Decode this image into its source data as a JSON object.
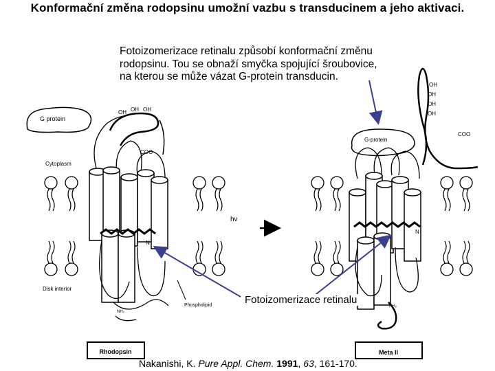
{
  "title": "Konformační změna rodopsinu umožní vazbu s transducinem a jeho aktivaci.",
  "callout_top": "Fotoizomerizace retinalu způsobí konformační změnu rodopsinu. Tou se obnaží smyčka spojující šroubovice, na kterou se může vázat G-protein transducin.",
  "callout_bottom": "Fotoizomerizace retinalu",
  "citation": {
    "authors": "Nakanishi, K. ",
    "journal": "Pure Appl. Chem.",
    "year": "1991",
    "volume": "63",
    "pages": ", 161-170."
  },
  "left_diagram": {
    "g_protein": "G protein",
    "cytoplasm": "Cytoplasm",
    "disk_interior": "Disk interior",
    "phospholipid": "Phospholipid",
    "state": "Rhodopsin",
    "oh": "OH",
    "coo": "COO",
    "nh2": "NH₂",
    "n": "N"
  },
  "right_diagram": {
    "g_protein": "G-protein",
    "state": "Meta II",
    "oh": "OH",
    "coo": "COO",
    "nh2": "NH₂",
    "n": "N"
  },
  "light": "hν",
  "colors": {
    "arrow": "#3b3f8f",
    "line": "#000000"
  }
}
